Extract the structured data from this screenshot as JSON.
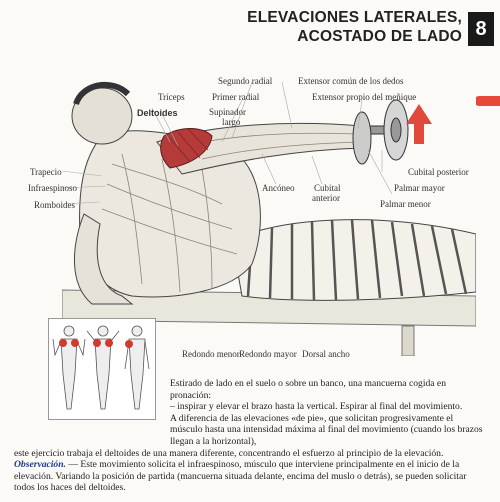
{
  "header": {
    "title_line1": "ELEVACIONES LATERALES,",
    "title_line2": "ACOSTADO DE LADO",
    "chapter_number": "8"
  },
  "illustration": {
    "labels": [
      "Segundo radial",
      "Extensor común de los dedos",
      "Tríceps",
      "Primer radial",
      "Extensor propio del meñique",
      "Deltoides",
      "Supinador",
      "largo",
      "Trapecio",
      "Cubital posterior",
      "Infraespinoso",
      "Ancóneo",
      "Cubital",
      "Palmar mayor",
      "anterior",
      "Romboides",
      "Palmar menor",
      "Redondo menor",
      "Redondo mayor",
      "Dorsal ancho"
    ]
  },
  "body": {
    "paragraph1": "Estirado de lado en el suelo o sobre un banco, una mancuerna cogida en pronación:",
    "paragraph2": "– inspirar y elevar el brazo hasta la vertical. Espirar al final del movimiento.",
    "paragraph3a": "A diferencia de las elevaciones «de pie», que solicitan progresivamente el músculo hasta una intensidad máxima al final del movimiento (cuando los brazos llegan a la horizontal),",
    "paragraph3b": "este ejercicio trabaja el deltoides de una manera diferente, concentrando el esfuerzo al principio de la elevación.",
    "observation_heading": "Observación.",
    "observation_text": "— Este movimiento solicita el infraespinoso, músculo que interviene principalmente en el inicio de la elevación. Variando la posición de partida (mancuerna situada delante, encima del muslo o detrás), se pueden solicitar todos los haces del deltoides."
  }
}
